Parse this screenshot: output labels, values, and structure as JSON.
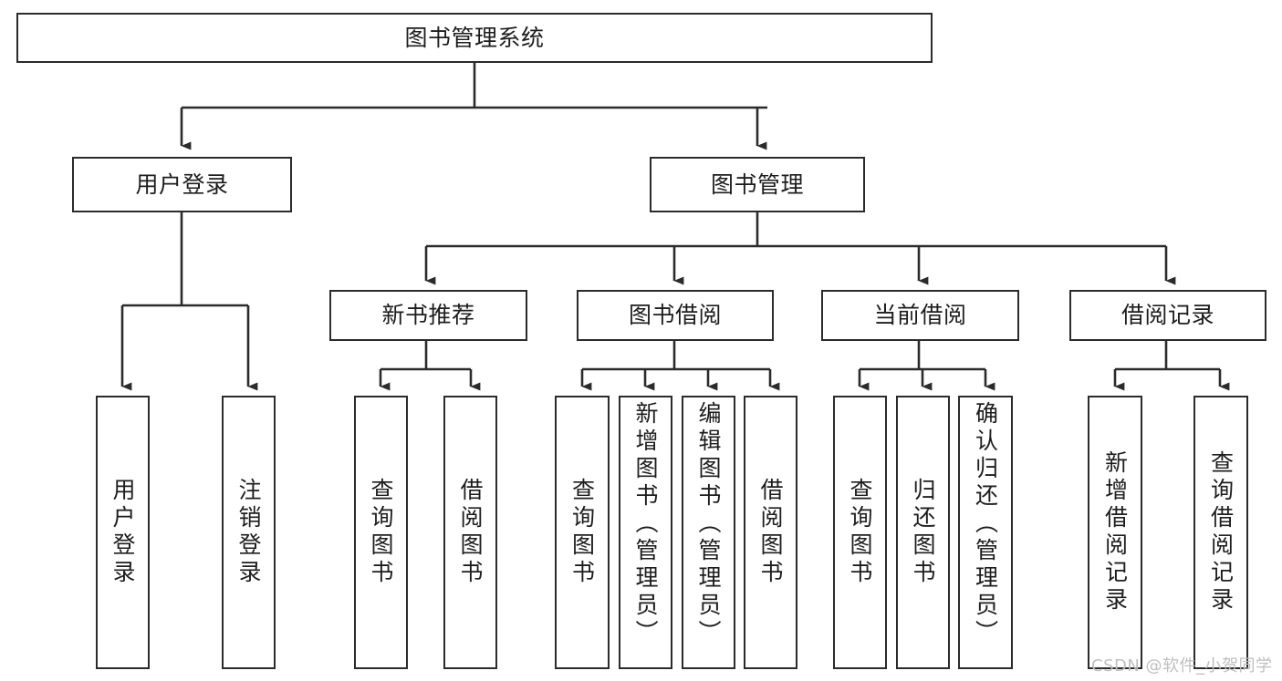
{
  "diagram": {
    "type": "tree-hierarchy",
    "title": "图书管理系统",
    "watermark": "CSDN @软件_小贺同学",
    "style": {
      "box_border_color": "#2b2b2b",
      "box_fill_color": "#ffffff",
      "edge_color": "#2b2b2b",
      "text_color": "#1d1d1d",
      "background_color": "#ffffff",
      "watermark_color": "#bfbfbf"
    },
    "levels": {
      "root": "图书管理系统",
      "level2": [
        "用户登录",
        "图书管理"
      ],
      "level3": [
        "新书推荐",
        "图书借阅",
        "当前借阅",
        "借阅记录"
      ]
    },
    "nodes": {
      "root": {
        "label": "图书管理系统",
        "orientation": "horizontal"
      },
      "user_login": {
        "label": "用户登录",
        "orientation": "horizontal"
      },
      "book_manage": {
        "label": "图书管理",
        "orientation": "horizontal"
      },
      "new_book_rec": {
        "label": "新书推荐",
        "orientation": "horizontal"
      },
      "book_borrow": {
        "label": "图书借阅",
        "orientation": "horizontal"
      },
      "current_borrow": {
        "label": "当前借阅",
        "orientation": "horizontal"
      },
      "borrow_record": {
        "label": "借阅记录",
        "orientation": "horizontal"
      },
      "leaf_user_login": {
        "label": "用户登录",
        "orientation": "vertical"
      },
      "leaf_logout": {
        "label": "注销登录",
        "orientation": "vertical"
      },
      "leaf_query_book_1": {
        "label": "查询图书",
        "orientation": "vertical"
      },
      "leaf_borrow_book_1": {
        "label": "借阅图书",
        "orientation": "vertical"
      },
      "leaf_query_book_2": {
        "label": "查询图书",
        "orientation": "vertical"
      },
      "leaf_add_book": {
        "label": "新增图书（管理员）",
        "orientation": "vertical"
      },
      "leaf_edit_book": {
        "label": "编辑图书（管理员）",
        "orientation": "vertical"
      },
      "leaf_borrow_book_2": {
        "label": "借阅图书",
        "orientation": "vertical"
      },
      "leaf_query_book_3": {
        "label": "查询图书",
        "orientation": "vertical"
      },
      "leaf_return_book": {
        "label": "归还图书",
        "orientation": "vertical"
      },
      "leaf_confirm_return": {
        "label": "确认归还（管理员）",
        "orientation": "vertical"
      },
      "leaf_add_record": {
        "label": "新增借阅记录",
        "orientation": "vertical"
      },
      "leaf_query_record": {
        "label": "查询借阅记录",
        "orientation": "vertical"
      }
    },
    "edges": [
      {
        "from": "root",
        "to": "用户登录"
      },
      {
        "from": "root",
        "to": "图书管理"
      },
      {
        "from": "用户登录",
        "to": "用户登录(叶)"
      },
      {
        "from": "用户登录",
        "to": "注销登录"
      },
      {
        "from": "图书管理",
        "to": "新书推荐"
      },
      {
        "from": "图书管理",
        "to": "图书借阅"
      },
      {
        "from": "图书管理",
        "to": "当前借阅"
      },
      {
        "from": "图书管理",
        "to": "借阅记录"
      },
      {
        "from": "新书推荐",
        "to": "查询图书"
      },
      {
        "from": "新书推荐",
        "to": "借阅图书"
      },
      {
        "from": "图书借阅",
        "to": "查询图书"
      },
      {
        "from": "图书借阅",
        "to": "新增图书（管理员）"
      },
      {
        "from": "图书借阅",
        "to": "编辑图书（管理员）"
      },
      {
        "from": "图书借阅",
        "to": "借阅图书"
      },
      {
        "from": "当前借阅",
        "to": "查询图书"
      },
      {
        "from": "当前借阅",
        "to": "归还图书"
      },
      {
        "from": "当前借阅",
        "to": "确认归还（管理员）"
      },
      {
        "from": "借阅记录",
        "to": "新增借阅记录"
      },
      {
        "from": "借阅记录",
        "to": "查询借阅记录"
      }
    ]
  }
}
